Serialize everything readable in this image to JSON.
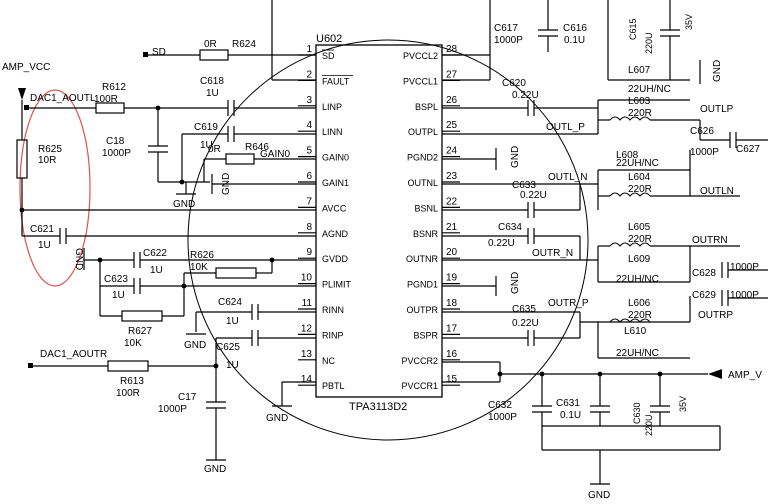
{
  "ic": {
    "ref": "U602",
    "part": "TPA3113D2",
    "left_pins": [
      {
        "num": "1",
        "name": "SD"
      },
      {
        "num": "2",
        "name": "FAULT"
      },
      {
        "num": "3",
        "name": "LINP"
      },
      {
        "num": "4",
        "name": "LINN"
      },
      {
        "num": "5",
        "name": "GAIN0"
      },
      {
        "num": "6",
        "name": "GAIN1"
      },
      {
        "num": "7",
        "name": "AVCC"
      },
      {
        "num": "8",
        "name": "AGND"
      },
      {
        "num": "9",
        "name": "GVDD"
      },
      {
        "num": "10",
        "name": "PLIMIT"
      },
      {
        "num": "11",
        "name": "RINN"
      },
      {
        "num": "12",
        "name": "RINP"
      },
      {
        "num": "13",
        "name": "NC"
      },
      {
        "num": "14",
        "name": "PBTL"
      }
    ],
    "right_pins": [
      {
        "num": "28",
        "name": "PVCCL2"
      },
      {
        "num": "27",
        "name": "PVCCL1"
      },
      {
        "num": "26",
        "name": "BSPL"
      },
      {
        "num": "25",
        "name": "OUTPL"
      },
      {
        "num": "24",
        "name": "PGND2"
      },
      {
        "num": "23",
        "name": "OUTNL"
      },
      {
        "num": "22",
        "name": "BSNL"
      },
      {
        "num": "21",
        "name": "BSNR"
      },
      {
        "num": "20",
        "name": "OUTNR"
      },
      {
        "num": "19",
        "name": "PGND1"
      },
      {
        "num": "18",
        "name": "OUTPR"
      },
      {
        "num": "17",
        "name": "BSPR"
      },
      {
        "num": "16",
        "name": "PVCCR2"
      },
      {
        "num": "15",
        "name": "PVCCR1"
      }
    ]
  },
  "labels": {
    "amp_vcc_left": "AMP_VCC",
    "amp_vcc_right": "AMP_V",
    "dac1_aoutl": "DAC1_AOUTL",
    "dac1_aoutr": "DAC1_AOUTR",
    "sd": "SD",
    "gain0": "GAIN0",
    "outlp": "OUTLP",
    "outln": "OUTLN",
    "outrn": "OUTRN",
    "outrp": "OUTRP",
    "outl_p": "OUTL_P",
    "outl_n": "OUTL_N",
    "outr_n": "OUTR_N",
    "outr_p": "OUTR_P"
  },
  "parts": {
    "r624": "R624",
    "r624_val": "0R",
    "r612": "R612",
    "r612_val": "100R",
    "c618": "C618",
    "c618_val": "1U",
    "c18": "C18",
    "c18_val": "1000P",
    "c619": "C619",
    "c619_val": "1U",
    "r646": "R646",
    "r646_val": "0R",
    "r625": "R625",
    "r625_val": "10R",
    "c621": "C621",
    "c621_val": "1U",
    "c622": "C622",
    "c622_val": "1U",
    "r626": "R626",
    "r626_val": "10K",
    "c623": "C623",
    "c623_val": "1U",
    "r627": "R627",
    "r627_val": "10K",
    "c624": "C624",
    "c624_val": "1U",
    "c625": "C625",
    "c625_val": "1U",
    "r613": "R613",
    "r613_val": "100R",
    "c17": "C17",
    "c17_val": "1000P",
    "c617": "C617",
    "c617_val": "1000P",
    "c616": "C616",
    "c616_val": "0.1U",
    "c615": "C615",
    "c615_val": "220U",
    "c615_v": "35V",
    "l607": "L607",
    "l607_val": "22UH/NC",
    "c620": "C620",
    "c620_val": "0.22U",
    "l603": "L603",
    "l603_val": "220R",
    "c626": "C626",
    "c626_val": "1000P",
    "c627": "C627",
    "l608": "L608",
    "l608_val": "22UH/NC",
    "c633": "C633",
    "c633_val": "0.22U",
    "l604": "L604",
    "l604_val": "220R",
    "c634": "C634",
    "c634_val": "0.22U",
    "l605": "L605",
    "l605_val": "220R",
    "l609": "L609",
    "l609_val": "22UH/NC",
    "c628": "C628",
    "c628_val": "1000P",
    "c629": "C629",
    "c629_val": "1000P",
    "c635": "C635",
    "c635_val": "0.22U",
    "l606": "L606",
    "l606_val": "220R",
    "l610": "L610",
    "l610_val": "22UH/NC",
    "c632": "C632",
    "c632_val": "1000P",
    "c631": "C631",
    "c631_val": "0.1U",
    "c630": "C630",
    "c630_val": "220U",
    "c630_v": "35V"
  },
  "gnd_label": "GND",
  "colors": {
    "ink": "#000000",
    "highlight_ellipse": "#e05050",
    "background": "#ffffff"
  }
}
